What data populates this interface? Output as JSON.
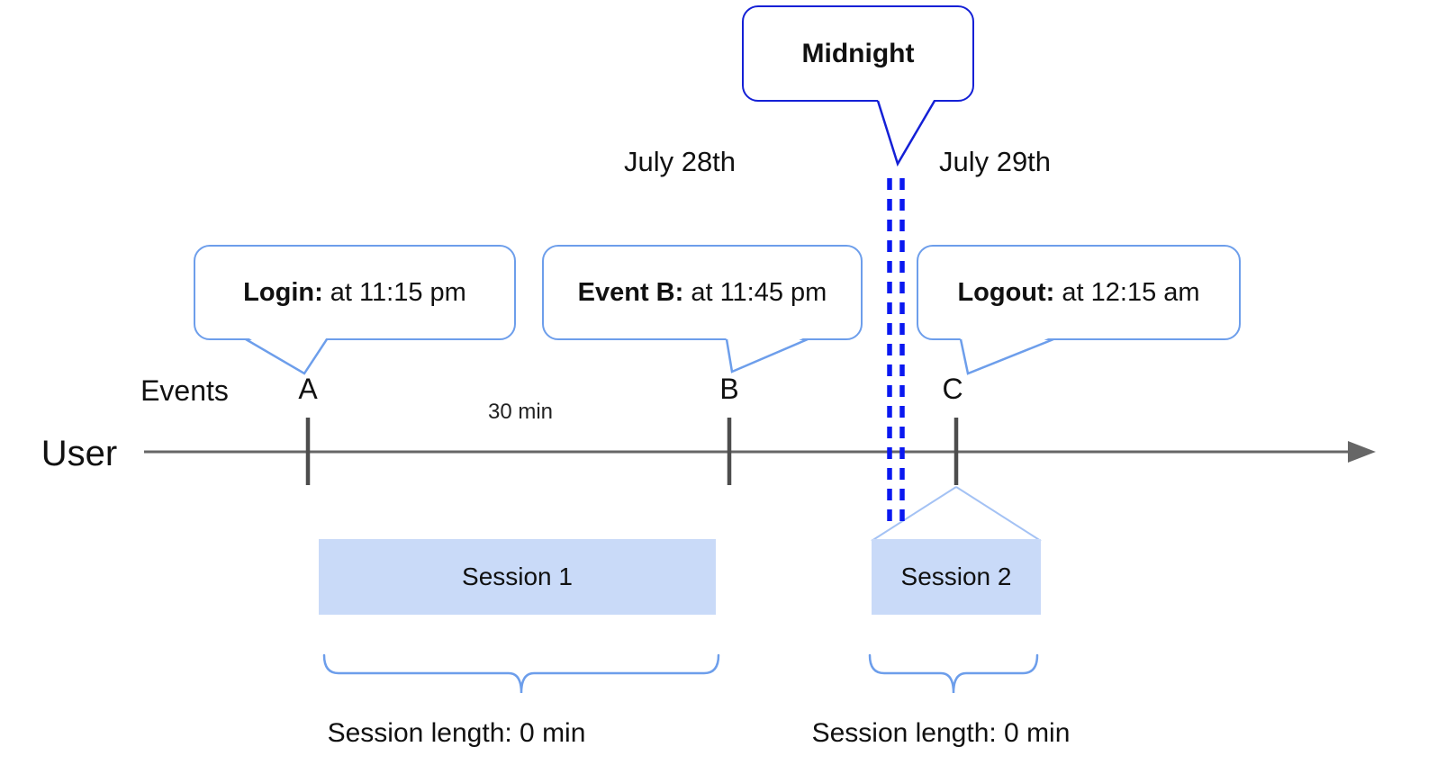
{
  "colors": {
    "dark_blue": "#1420d6",
    "bright_blue": "#0a18f0",
    "light_blue": "#6d9eeb",
    "pale_blue": "#a4c2f4",
    "session_fill": "#c9daf8",
    "timeline_gray": "#666666"
  },
  "callouts": {
    "midnight": {
      "label": "Midnight"
    },
    "login": {
      "label": "Login:",
      "text": " at 11:15 pm"
    },
    "event_b": {
      "label": "Event B:",
      "text": " at 11:45 pm"
    },
    "logout": {
      "label": "Logout:",
      "text": " at 12:15 am"
    }
  },
  "dates": {
    "left": "July 28th",
    "right": "July 29th"
  },
  "timeline": {
    "axis_label": "User",
    "events_label": "Events",
    "markers": [
      "A",
      "B",
      "C"
    ],
    "interval_label": "30 min"
  },
  "sessions": [
    {
      "name": "Session 1",
      "length_label": "Session length: 0 min"
    },
    {
      "name": "Session 2",
      "length_label": "Session length: 0 min"
    }
  ]
}
